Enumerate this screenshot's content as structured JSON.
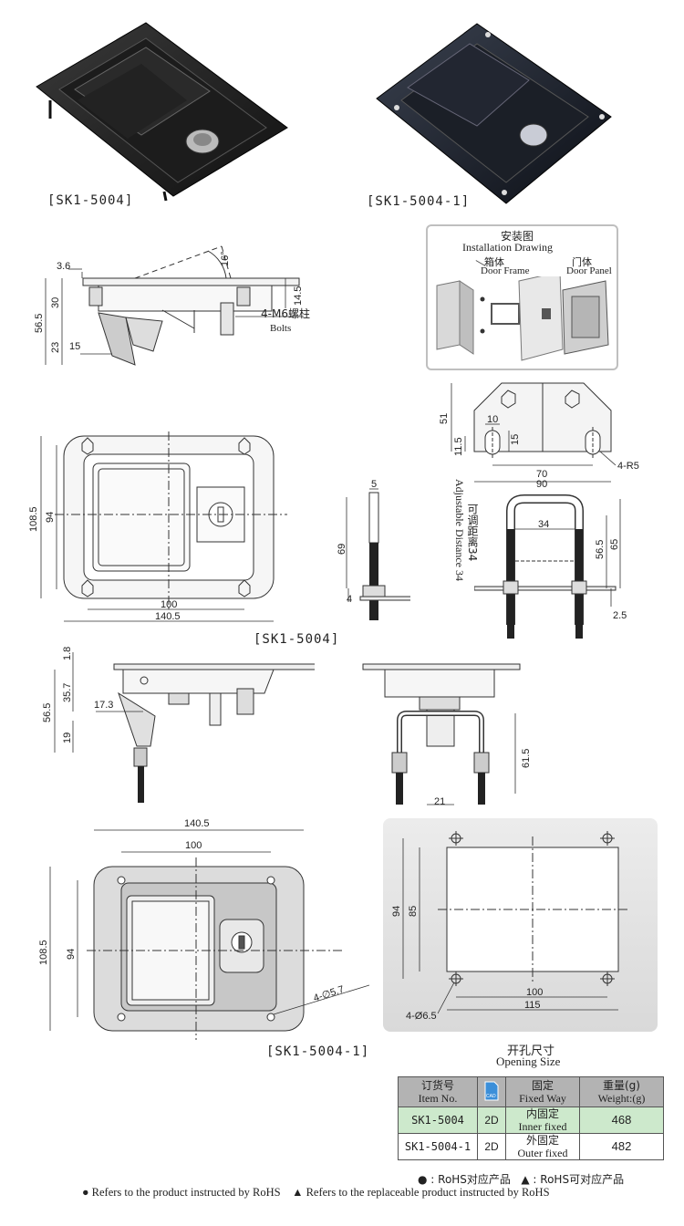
{
  "captions": {
    "photo1": "[SK1-5004]",
    "photo2": "[SK1-5004-1]",
    "front1": "[SK1-5004]",
    "front2": "[SK1-5004-1]"
  },
  "install": {
    "title_cn": "安装图",
    "title_en": "Installation Drawing",
    "frame_cn": "箱体",
    "frame_en": "Door Frame",
    "panel_cn": "门体",
    "panel_en": "Door Panel"
  },
  "opening": {
    "title_cn": "开孔尺寸",
    "title_en": "Opening Size"
  },
  "dims": {
    "side": {
      "d36": "3.6",
      "d16": "16°",
      "d30": "30",
      "d565": "56.5",
      "d23": "23",
      "d15": "15",
      "d145": "14.5",
      "bolt_cn": "4-M6螺柱",
      "bolt_en": "Bolts"
    },
    "bracket": {
      "d51": "51",
      "d10": "10",
      "d15": "15",
      "d115": "11.5",
      "d70": "70",
      "d90": "90",
      "r5": "4-R5"
    },
    "front1": {
      "d1085": "108.5",
      "d94": "94",
      "d100": "100",
      "d1405": "140.5"
    },
    "bolt": {
      "d5": "5",
      "d69": "69",
      "d4": "4"
    },
    "ubolt": {
      "adj_cn": "可调距离34",
      "adj_en": "Adjustable Distance 34",
      "d34": "34",
      "d565": "56.5",
      "d65": "65",
      "d25": "2.5"
    },
    "sec": {
      "d18": "1.8",
      "d357": "35.7",
      "d173": "17.3",
      "d565": "56.5",
      "d19": "19",
      "d615": "61.5",
      "d21": "21"
    },
    "front2": {
      "d1405": "140.5",
      "d100": "100",
      "d1085": "108.5",
      "d94": "94",
      "d57": "4-∅5.7"
    },
    "open": {
      "d94": "94",
      "d85": "85",
      "d100": "100",
      "d115": "115",
      "d65": "4-Ø6.5"
    }
  },
  "table": {
    "h_item_cn": "订货号",
    "h_item_en": "Item No.",
    "h_cad": "CAD",
    "h_fix_cn": "固定",
    "h_fix_en": "Fixed Way",
    "h_w_cn": "重量(g)",
    "h_w_en": "Weight:(g)",
    "rows": [
      {
        "item": "SK1-5004",
        "cad": "2D",
        "fix_cn": "内固定",
        "fix_en": "Inner fixed",
        "weight": "468"
      },
      {
        "item": "SK1-5004-1",
        "cad": "2D",
        "fix_cn": "外固定",
        "fix_en": "Outer fixed",
        "weight": "482"
      }
    ]
  },
  "legend": {
    "line1_a": "● : RoHS对应产品",
    "line1_b": "▲ : RoHS可对应产品",
    "line2_a": "● Refers to the product instructed by RoHS",
    "line2_b": "▲ Refers to the replaceable product instructed by RoHS",
    "green": "#2e9b3a"
  }
}
